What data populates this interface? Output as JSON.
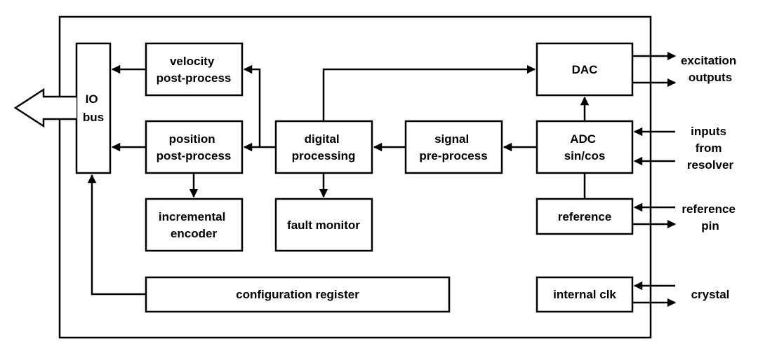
{
  "blocks": {
    "io_bus": [
      "IO",
      "bus"
    ],
    "velocity": [
      "velocity",
      "post-process"
    ],
    "position": [
      "position",
      "post-process"
    ],
    "incremental": [
      "incremental",
      "encoder"
    ],
    "digital": [
      "digital",
      "processing"
    ],
    "fault": [
      "fault monitor"
    ],
    "signal": [
      "signal",
      "pre-process"
    ],
    "dac": [
      "DAC"
    ],
    "adc": [
      "ADC",
      "sin/cos"
    ],
    "reference": [
      "reference"
    ],
    "config": [
      "configuration register"
    ],
    "clk": [
      "internal clk"
    ]
  },
  "external": {
    "excitation": [
      "excitation",
      "outputs"
    ],
    "resolver": [
      "inputs",
      "from",
      "resolver"
    ],
    "reference_pin": [
      "reference",
      "pin"
    ],
    "crystal": [
      "crystal"
    ]
  }
}
